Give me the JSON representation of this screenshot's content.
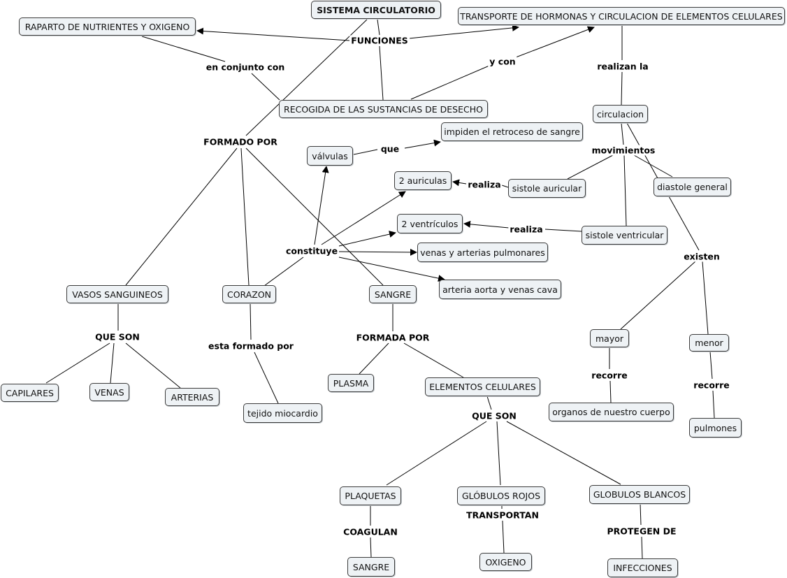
{
  "nodes": {
    "sistema": "SISTEMA CIRCULATORIO",
    "reparto": "RAPARTO DE NUTRIENTES Y OXIGENO",
    "transporte": "TRANSPORTE DE HORMONAS Y CIRCULACION DE ELEMENTOS CELULARES",
    "recogida": "RECOGIDA DE LAS SUSTANCIAS DE DESECHO",
    "circulacion": "circulacion",
    "impiden": "impiden el retroceso de sangre",
    "valvulas": "válvulas",
    "auriculas": "2 auriculas",
    "sistole_auricular": "sistole auricular",
    "diastole": "diastole general",
    "ventriculos": "2 ventrículos",
    "sistole_ventricular": "sistole ventricular",
    "venas_arterias_pulm": "venas y arterias pulmonares",
    "aorta": "arteria aorta y venas cava",
    "vasos": "VASOS SANGUINEOS",
    "corazon": "CORAZON",
    "sangre": "SANGRE",
    "capilares": "CAPILARES",
    "venas": "VENAS",
    "arterias": "ARTERIAS",
    "miocardio": "tejido miocardio",
    "plasma": "PLASMA",
    "elementos": "ELEMENTOS CELULARES",
    "mayor": "mayor",
    "menor": "menor",
    "organos": "organos de nuestro cuerpo",
    "pulmones": "pulmones",
    "plaquetas": "PLAQUETAS",
    "globulos_rojos": "GLÓBULOS ROJOS",
    "globulos_blancos": "GLOBULOS BLANCOS",
    "sangre2": "SANGRE",
    "oxigeno": "OXIGENO",
    "infecciones": "INFECCIONES"
  },
  "links": {
    "funciones": "FUNCIONES",
    "en_conjunto": "en conjunto con",
    "y_con": "y con",
    "realizan_la": "realizan la",
    "movimientos": "movimientos",
    "que": "que",
    "realiza1": "realiza",
    "realiza2": "realiza",
    "formado_por": "FORMADO POR",
    "constituye": "constituye",
    "existen": "existen",
    "que_son1": "QUE SON",
    "esta_formado": "esta formado por",
    "formada_por": "FORMADA POR",
    "recorre1": "recorre",
    "recorre2": "recorre",
    "que_son2": "QUE SON",
    "coagulan": "COAGULAN",
    "transportan": "TRANSPORTAN",
    "protegen": "PROTEGEN DE"
  }
}
